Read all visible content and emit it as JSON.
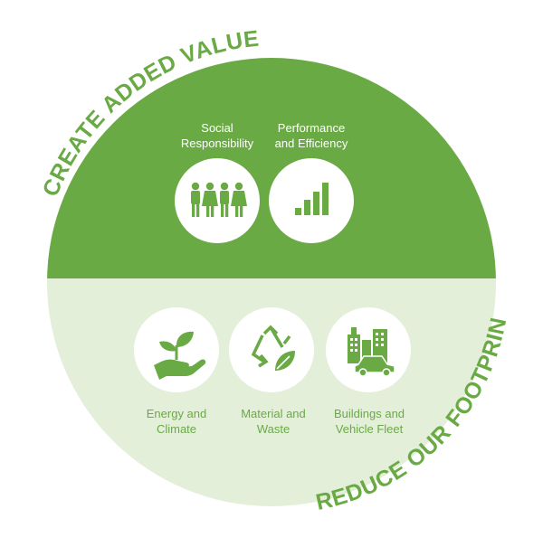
{
  "colors": {
    "dark_green": "#6aaa45",
    "light_green": "#e3efd9",
    "icon_green": "#6aaa45",
    "text_on_dark": "#ffffff",
    "text_on_light": "#6aaa45",
    "outer_label": "#6aaa45"
  },
  "outer_labels": {
    "top": "CREATE ADDED VALUE",
    "bottom": "REDUCE OUR FOOTPRINT"
  },
  "upper_items": [
    {
      "line1": "Social",
      "line2": "Responsibility",
      "icon": "people-icon"
    },
    {
      "line1": "Performance",
      "line2": "and Efficiency",
      "icon": "bar-chart-icon"
    }
  ],
  "lower_items": [
    {
      "line1": "Energy and",
      "line2": "Climate",
      "icon": "hand-plant-icon"
    },
    {
      "line1": "Material and",
      "line2": "Waste",
      "icon": "recycle-leaf-icon"
    },
    {
      "line1": "Buildings and",
      "line2": "Vehicle Fleet",
      "icon": "buildings-car-icon"
    }
  ]
}
